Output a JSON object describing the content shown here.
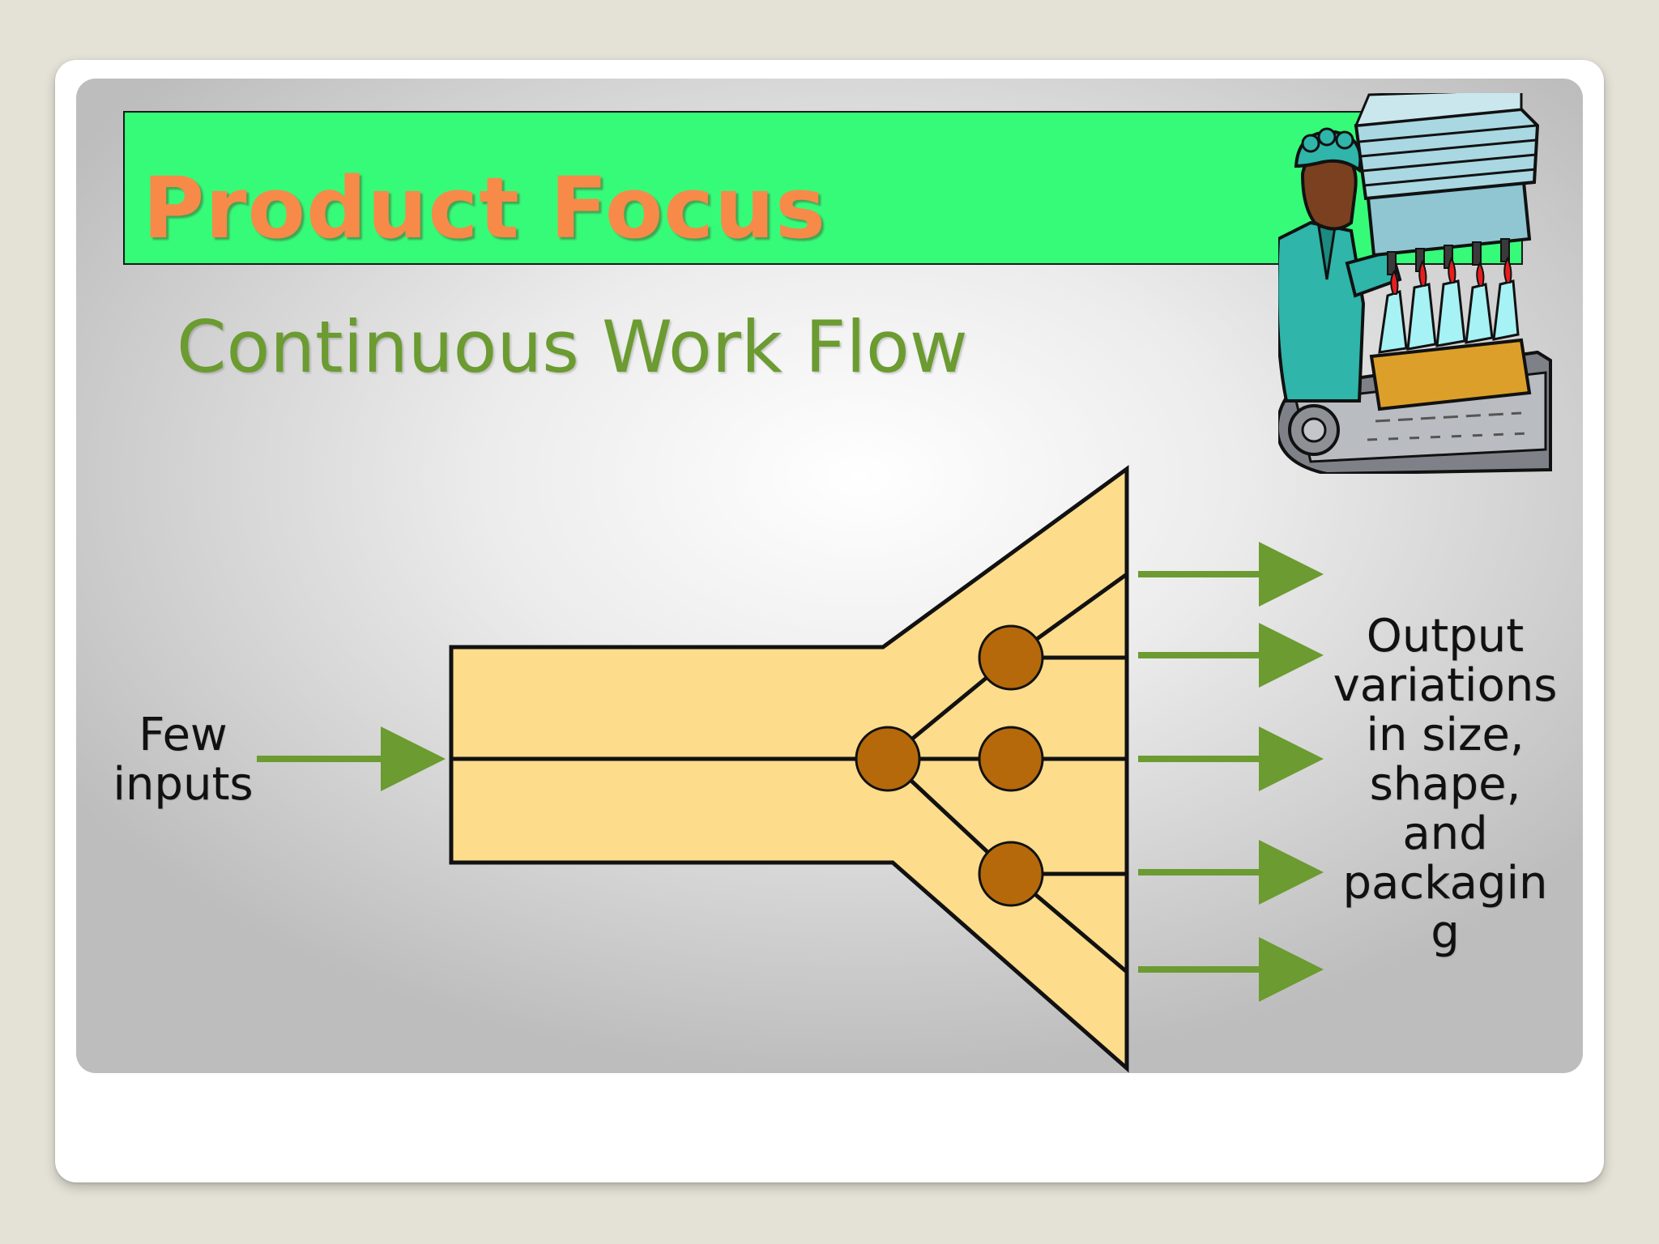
{
  "slide": {
    "title": "Product Focus",
    "subtitle": "Continuous Work Flow"
  },
  "diagram": {
    "input_label": [
      "Few",
      "inputs"
    ],
    "output_label": [
      "Output",
      "variations",
      "in size,",
      "shape,",
      "and",
      "packagin",
      "g"
    ],
    "colors": {
      "title_bg": "#36fb79",
      "title_text": "#f78a48",
      "subtitle_text": "#6b9b31",
      "channel_fill": "#fddc8c",
      "node_fill": "#b5690b",
      "arrow_color": "#6b9b31"
    }
  },
  "illustration": {
    "icon": "factory-worker-conveyor-icon"
  }
}
